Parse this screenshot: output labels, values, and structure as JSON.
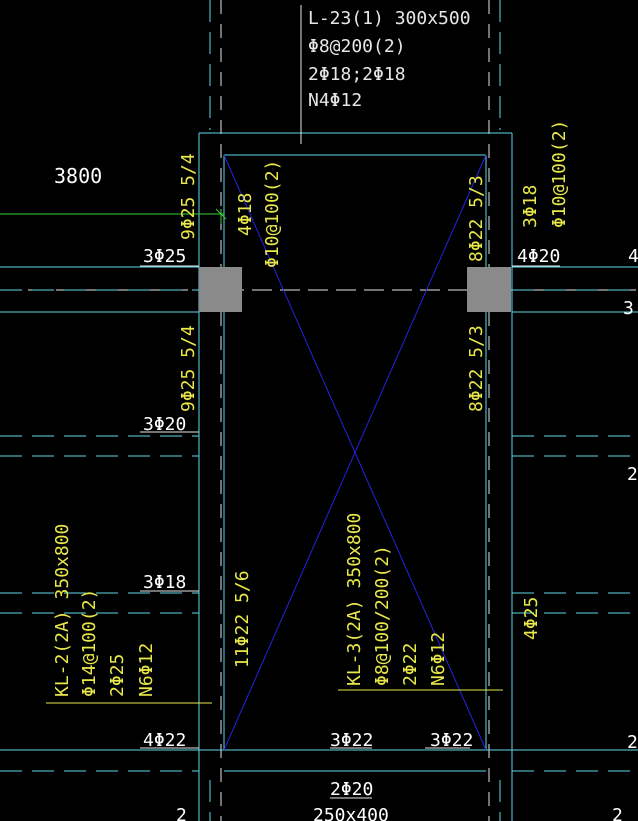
{
  "drawing": {
    "colors": {
      "background": "#000000",
      "beam_edge": "#5fd7e6",
      "axis": "#e6e6e6",
      "annotation_yellow": "#e8e84a",
      "white_text": "#ffffff",
      "cross_blue": "#2323e0",
      "dim_green": "#3ad23a",
      "column_fill": "#8a8a8a"
    },
    "l23": {
      "name": "L-23(1) 300x500",
      "stirrup": "Φ8@200(2)",
      "rebar": "2Φ18;2Φ18",
      "torsion": "N4Φ12"
    },
    "dim_3800": "3800",
    "left_col": {
      "top": "9Φ25 5/4",
      "bottom": "9Φ25 5/4",
      "top_3": "3Φ25",
      "b_3_20": "3Φ20",
      "b_3_18": "3Φ18",
      "b_4_22": "4Φ22",
      "bottom_frag": "2"
    },
    "inner_left": {
      "a": "4Φ18",
      "b": "Φ10@100(2)",
      "c": "11Φ22 5/6"
    },
    "right_col": {
      "top": "8Φ22 5/3",
      "bottom": "8Φ22 5/3",
      "r1": "3Φ18",
      "r2": "Φ10@100(2)",
      "r3": "4Φ20",
      "r4": "4Φ25"
    },
    "kl2": {
      "name": "KL-2(2A) 350x800",
      "stirrup": "Φ14@100(2)",
      "rebar": "2Φ25",
      "torsion": "N6Φ12"
    },
    "kl3": {
      "name": "KL-3(2A) 350x800",
      "stirrup": "Φ8@100/200(2)",
      "rebar": "2Φ22",
      "torsion": "N6Φ12"
    },
    "bottom": {
      "a": "3Φ22",
      "b": "3Φ22",
      "c": "2Φ20",
      "d": "250x400"
    },
    "edge_right": {
      "a": "4",
      "b": "3",
      "c": "2",
      "d": "2",
      "e": "2"
    },
    "edge_left": {
      "a": "2"
    }
  }
}
